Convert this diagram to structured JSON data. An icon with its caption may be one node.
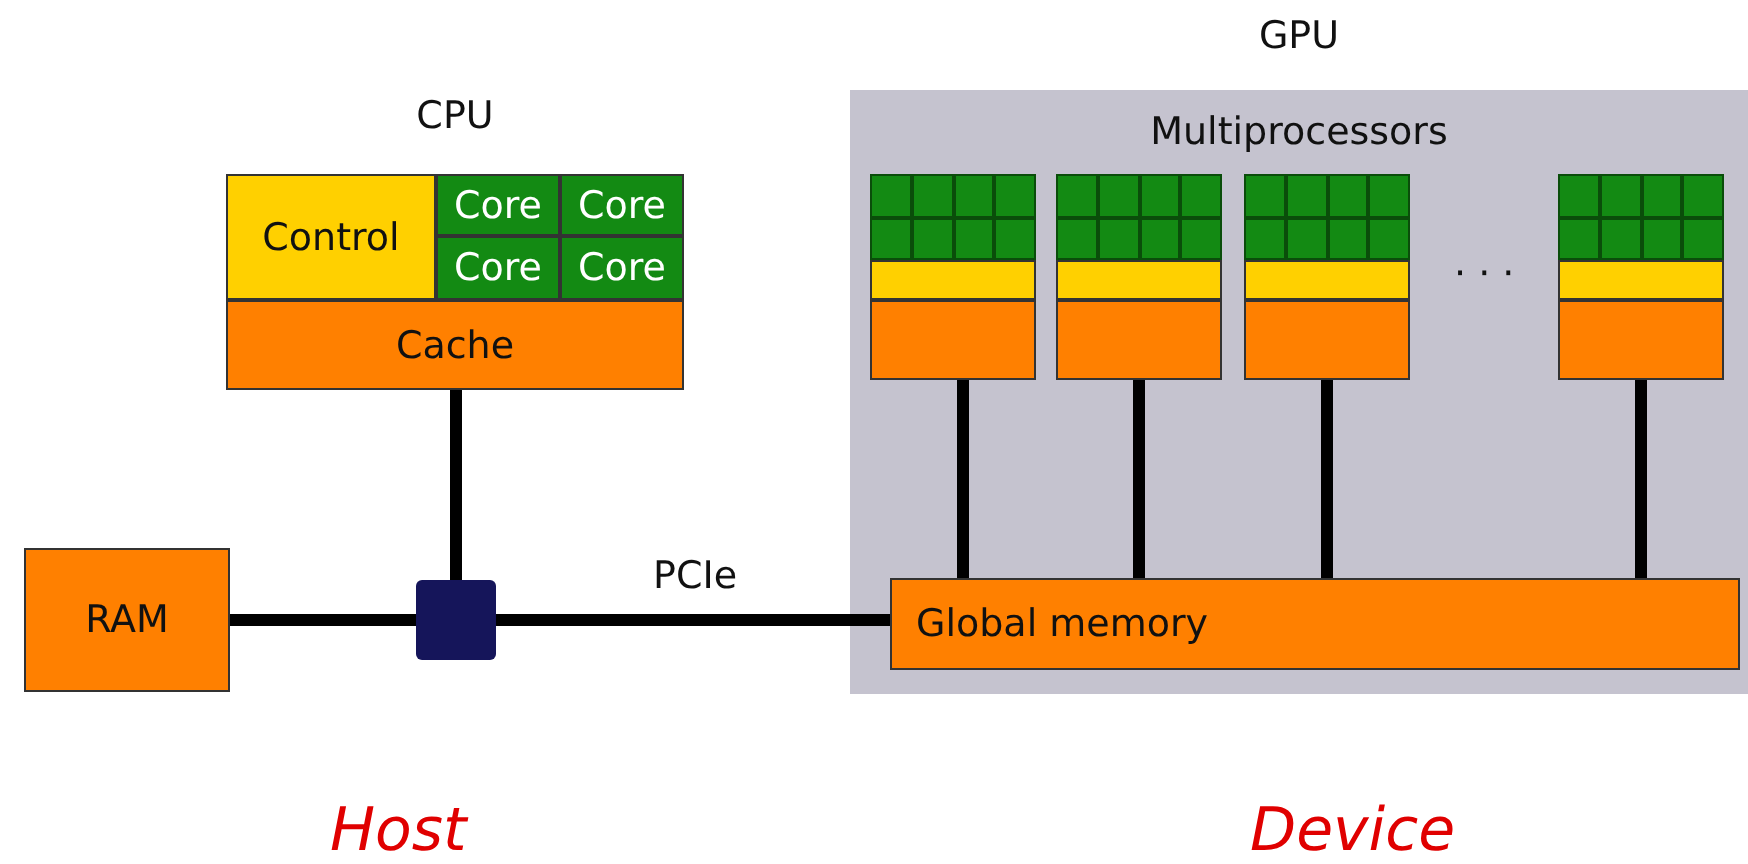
{
  "diagram": {
    "nodes": [
      {
        "text": [
          "CPU"
        ]
      },
      {
        "text": [
          "Control"
        ],
        "in": 0
      },
      {
        "text": [
          "Core"
        ],
        "in": 0
      },
      {
        "text": [
          "Core"
        ],
        "in": 0
      },
      {
        "text": [
          "Core"
        ],
        "in": 0
      },
      {
        "text": [
          "Core"
        ],
        "in": 0
      },
      {
        "text": [
          "Cache"
        ],
        "in": 0
      },
      {
        "text": [
          "GPU",
          "Multiprocessors"
        ]
      },
      {
        "text": [],
        "shape": "box",
        "in": 7
      },
      {
        "text": [],
        "shape": "box",
        "in": 7
      },
      {
        "text": [],
        "shape": "box",
        "in": 7
      },
      {
        "text": [],
        "shape": "box",
        "in": 7
      },
      {
        "text": [
          "Global memory"
        ],
        "in": 7
      },
      {
        "text": [
          "RAM"
        ]
      },
      {
        "text": [],
        "shape": "box"
      }
    ],
    "edges": [
      {
        "from": 6,
        "to": 14,
        "arrow": "none"
      },
      {
        "from": 13,
        "to": 14,
        "arrow": "none"
      },
      {
        "from": 14,
        "to": 12,
        "arrow": "none",
        "label": "PCIe"
      },
      {
        "from": 8,
        "to": 12,
        "arrow": "none"
      },
      {
        "from": 9,
        "to": 12,
        "arrow": "none"
      },
      {
        "from": 10,
        "to": 12,
        "arrow": "none"
      },
      {
        "from": 11,
        "to": 12,
        "arrow": "none"
      }
    ],
    "labels": [
      "· · ·",
      "Host",
      "Device"
    ]
  }
}
